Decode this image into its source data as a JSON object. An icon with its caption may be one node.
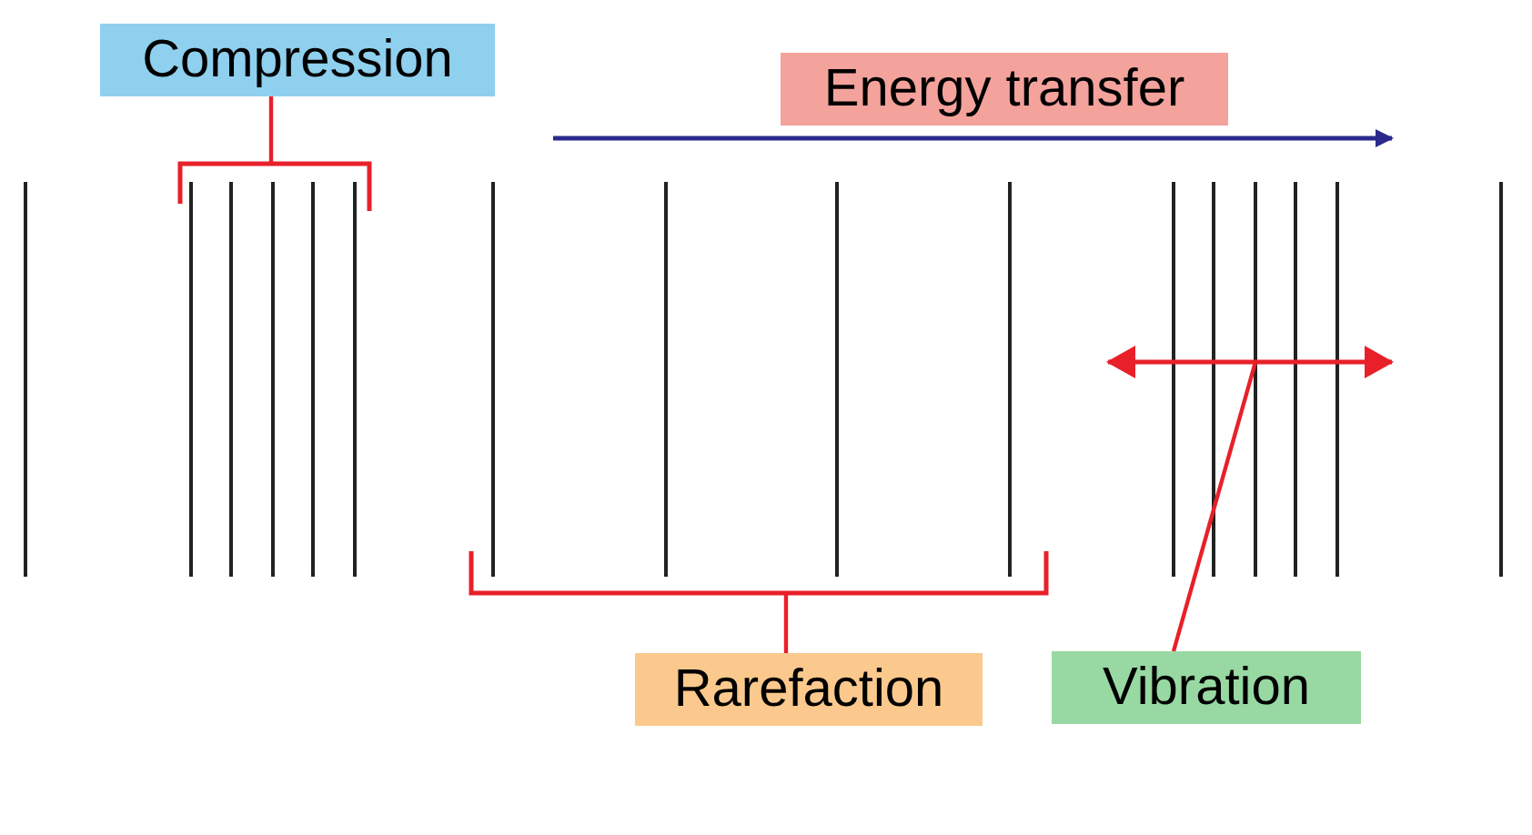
{
  "diagram": {
    "nodes": [
      {
        "text": [
          "Compression"
        ]
      },
      {
        "text": [
          "Energy transfer"
        ]
      },
      {
        "text": [],
        "shape": "bracket"
      },
      {
        "text": [],
        "shape": "bracket"
      },
      {
        "text": [
          "Rarefaction"
        ]
      },
      {
        "text": [
          "Vibration"
        ]
      }
    ],
    "edges": [
      {
        "from": 0,
        "to": 2,
        "arrow": "none"
      },
      {
        "from": 4,
        "to": 3,
        "arrow": "none"
      },
      {
        "from": 5,
        "to": null,
        "arrow": "none"
      }
    ]
  }
}
